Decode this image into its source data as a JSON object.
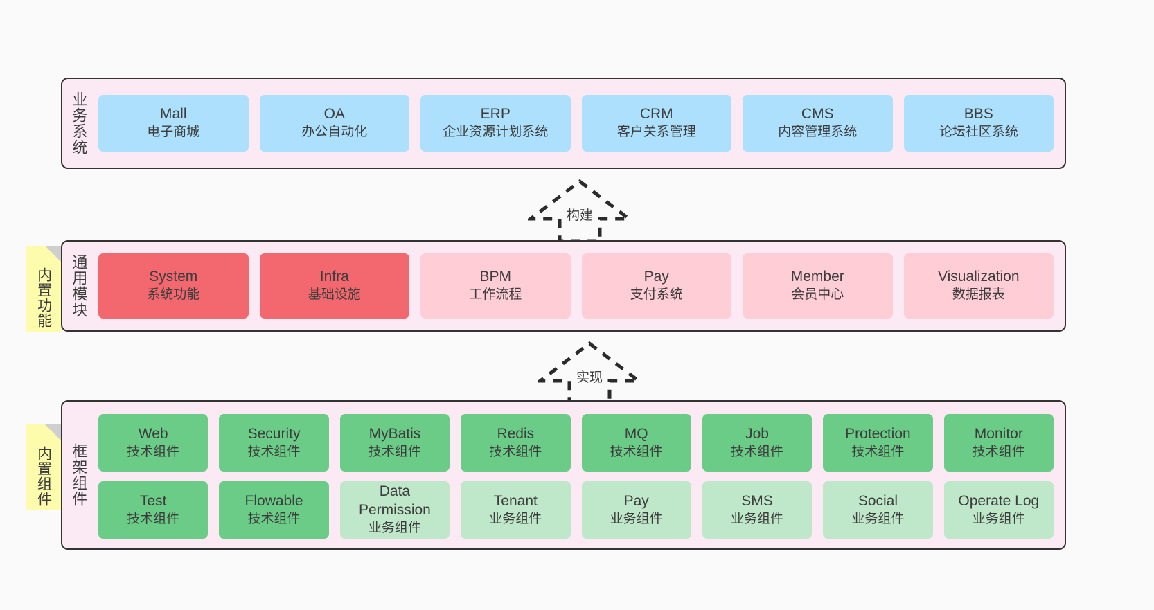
{
  "diagram": {
    "colors": {
      "band_background": "#fbeaf4",
      "band_border": "#333333",
      "business_card": "#ace0fc",
      "module_card": "#fecdd6",
      "module_card_highlight": "#f2686e",
      "tech_component_card": "#6bcc87",
      "business_component_card": "#bfe8ca",
      "note_background": "#fdfbac",
      "note_fold": "#cfcfcf",
      "page_background": "#fafafa"
    }
  },
  "layers": {
    "business": {
      "title": "业务系统",
      "cards": [
        {
          "name": "Mall",
          "desc": "电子商城"
        },
        {
          "name": "OA",
          "desc": "办公自动化"
        },
        {
          "name": "ERP",
          "desc": "企业资源计划系统"
        },
        {
          "name": "CRM",
          "desc": "客户关系管理"
        },
        {
          "name": "CMS",
          "desc": "内容管理系统"
        },
        {
          "name": "BBS",
          "desc": "论坛社区系统"
        }
      ]
    },
    "modules": {
      "title": "通用模块",
      "note": "内置功能",
      "cards": [
        {
          "name": "System",
          "desc": "系统功能",
          "highlight": true
        },
        {
          "name": "Infra",
          "desc": "基础设施",
          "highlight": true
        },
        {
          "name": "BPM",
          "desc": "工作流程",
          "highlight": false
        },
        {
          "name": "Pay",
          "desc": "支付系统",
          "highlight": false
        },
        {
          "name": "Member",
          "desc": "会员中心",
          "highlight": false
        },
        {
          "name": "Visualization",
          "desc": "数据报表",
          "highlight": false
        }
      ]
    },
    "framework": {
      "title": "框架组件",
      "note": "内置组件",
      "row1": [
        {
          "name": "Web",
          "desc": "技术组件"
        },
        {
          "name": "Security",
          "desc": "技术组件"
        },
        {
          "name": "MyBatis",
          "desc": "技术组件"
        },
        {
          "name": "Redis",
          "desc": "技术组件"
        },
        {
          "name": "MQ",
          "desc": "技术组件"
        },
        {
          "name": "Job",
          "desc": "技术组件"
        },
        {
          "name": "Protection",
          "desc": "技术组件"
        },
        {
          "name": "Monitor",
          "desc": "技术组件"
        }
      ],
      "row2": [
        {
          "name": "Test",
          "desc": "技术组件",
          "kind": "tech"
        },
        {
          "name": "Flowable",
          "desc": "技术组件",
          "kind": "tech"
        },
        {
          "name": "Data Permission",
          "desc": "业务组件",
          "kind": "biz"
        },
        {
          "name": "Tenant",
          "desc": "业务组件",
          "kind": "biz"
        },
        {
          "name": "Pay",
          "desc": "业务组件",
          "kind": "biz"
        },
        {
          "name": "SMS",
          "desc": "业务组件",
          "kind": "biz"
        },
        {
          "name": "Social",
          "desc": "业务组件",
          "kind": "biz"
        },
        {
          "name": "Operate Log",
          "desc": "业务组件",
          "kind": "biz"
        }
      ]
    }
  },
  "connectors": [
    {
      "id": "build",
      "label": "构建",
      "from": "modules",
      "to": "business"
    },
    {
      "id": "realize",
      "label": "实现",
      "from": "framework",
      "to": "modules"
    }
  ]
}
